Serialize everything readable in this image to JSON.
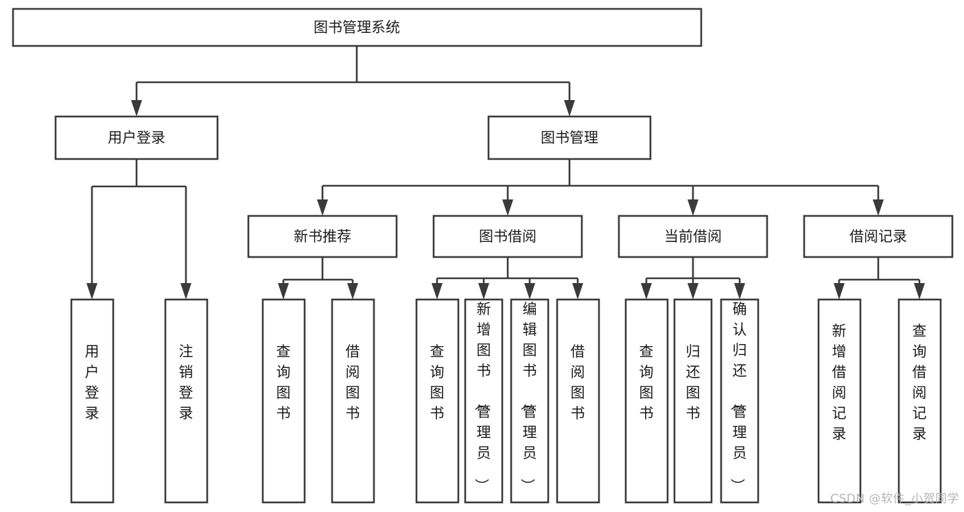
{
  "diagram": {
    "title": "图书管理系统",
    "type": "hierarchy-tree",
    "root": {
      "id": "root",
      "label": "图书管理系统"
    },
    "level2": [
      {
        "id": "user-login",
        "label": "用户登录"
      },
      {
        "id": "book-manage",
        "label": "图书管理"
      }
    ],
    "level3": [
      {
        "id": "new-book-recommend",
        "label": "新书推荐",
        "parent": "book-manage"
      },
      {
        "id": "book-borrow",
        "label": "图书借阅",
        "parent": "book-manage"
      },
      {
        "id": "current-borrow",
        "label": "当前借阅",
        "parent": "book-manage"
      },
      {
        "id": "borrow-record",
        "label": "借阅记录",
        "parent": "book-manage"
      }
    ],
    "leaves": [
      {
        "id": "leaf-user-login",
        "label": "用户登录",
        "parent": "user-login"
      },
      {
        "id": "leaf-logout-login",
        "label": "注销登录",
        "parent": "user-login"
      },
      {
        "id": "leaf-query-book-1",
        "label": "查询图书",
        "parent": "new-book-recommend"
      },
      {
        "id": "leaf-borrow-book-1",
        "label": "借阅图书",
        "parent": "new-book-recommend"
      },
      {
        "id": "leaf-query-book-2",
        "label": "查询图书",
        "parent": "book-borrow"
      },
      {
        "id": "leaf-add-book",
        "label": "新增图书（管理员）",
        "parent": "book-borrow"
      },
      {
        "id": "leaf-edit-book",
        "label": "编辑图书（管理员）",
        "parent": "book-borrow"
      },
      {
        "id": "leaf-borrow-book-2",
        "label": "借阅图书",
        "parent": "book-borrow"
      },
      {
        "id": "leaf-query-book-3",
        "label": "查询图书",
        "parent": "current-borrow"
      },
      {
        "id": "leaf-return-book",
        "label": "归还图书",
        "parent": "current-borrow"
      },
      {
        "id": "leaf-confirm-return",
        "label": "确认归还（管理员）",
        "parent": "current-borrow"
      },
      {
        "id": "leaf-add-record",
        "label": "新增借阅记录",
        "parent": "borrow-record"
      },
      {
        "id": "leaf-query-record",
        "label": "查询借阅记录",
        "parent": "borrow-record"
      }
    ],
    "colors": {
      "stroke": "#3a3a3a",
      "fill": "#ffffff",
      "text": "#1b1b1b",
      "watermark": "#b4b4b4"
    }
  },
  "watermark": {
    "text": "CSDN @软件_小贺同学"
  }
}
